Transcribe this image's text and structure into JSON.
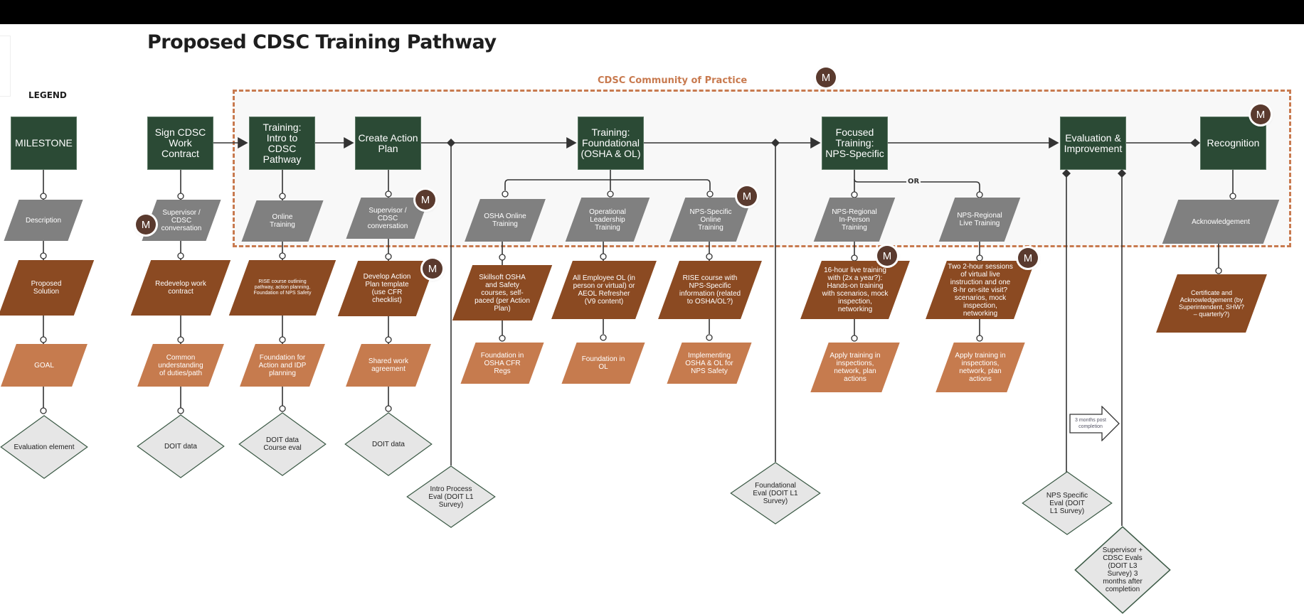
{
  "page": {
    "title": "Proposed CDSC Training Pathway",
    "legend_label": "LEGEND",
    "community_label": "CDSC Community of Practice",
    "or_label": "OR",
    "callout_label": "3 months post completion",
    "avatar_initial": "M"
  },
  "colors": {
    "milestone": "#2b4a35",
    "description": "#808080",
    "solution": "#8b4a22",
    "goal": "#c67b4e",
    "evaluation": "#e6e6e6",
    "community_border": "#c87a4f",
    "avatar": "#5a3a2e"
  },
  "legend": {
    "milestone": "MILESTONE",
    "description": "Description",
    "solution": "Proposed Solution",
    "goal": "GOAL",
    "evaluation": "Evaluation element"
  },
  "milestones": [
    {
      "label": "Sign CDSC Work Contract"
    },
    {
      "label": "Training: Intro to CDSC Pathway"
    },
    {
      "label": "Create Action Plan"
    },
    {
      "label": "Training: Foundational (OSHA & OL)"
    },
    {
      "label": "Focused Training: NPS-Specific"
    },
    {
      "label": "Evaluation & Improvement"
    },
    {
      "label": "Recognition"
    }
  ],
  "descriptions": [
    {
      "label": "Supervisor / CDSC conversation"
    },
    {
      "label": "Online Training"
    },
    {
      "label": "Supervisor / CDSC conversation"
    },
    {
      "label": "OSHA Online Training"
    },
    {
      "label": "Operational Leadership Training"
    },
    {
      "label": "NPS-Specific Online Training"
    },
    {
      "label": "NPS-Regional In-Person Training"
    },
    {
      "label": "NPS-Regional Live Training"
    },
    {
      "label": "Acknowledgement"
    }
  ],
  "solutions": [
    {
      "label": "Redevelop work contract"
    },
    {
      "label": "RISE course outlining pathway, action planning, Foundation of NPS Safety"
    },
    {
      "label": "Develop Action Plan template (use CFR checklist)"
    },
    {
      "label": "Skillsoft OSHA and Safety courses, self-paced (per Action Plan)"
    },
    {
      "label": "All Employee OL (in person or virtual) or AEOL Refresher (V9 content)"
    },
    {
      "label": "RISE course with NPS-Specific information (related to OSHA/OL?)"
    },
    {
      "label": "16-hour live training with (2x a year?): Hands-on training with scenarios, mock inspection, networking"
    },
    {
      "label": "Two 2-hour sessions of virtual live instruction and one 8-hr on-site visit? scenarios, mock inspection, networking"
    },
    {
      "label": "Certificate and Acknowledgement (by Superintendent, SHW? – quarterly?)"
    }
  ],
  "goals": [
    {
      "label": "Common understanding of duties/path"
    },
    {
      "label": "Foundation for Action and IDP planning"
    },
    {
      "label": "Shared work agreement"
    },
    {
      "label": "Foundation in OSHA CFR Regs"
    },
    {
      "label": "Foundation in OL"
    },
    {
      "label": "Implementing OSHA & OL for NPS Safety"
    },
    {
      "label": "Apply training in inspections, network, plan actions"
    },
    {
      "label": "Apply training in inspections, network, plan actions"
    }
  ],
  "evaluations": [
    {
      "label": "DOIT data"
    },
    {
      "label": "DOIT data Course eval"
    },
    {
      "label": "DOIT data"
    },
    {
      "label": "Intro Process Eval (DOIT L1 Survey)"
    },
    {
      "label": "Foundational Eval (DOIT L1 Survey)"
    },
    {
      "label": "NPS Specific Eval (DOIT L1 Survey)"
    },
    {
      "label": "Supervisor + CDSC Evals (DOIT L3 Survey) 3 months after completion"
    }
  ]
}
